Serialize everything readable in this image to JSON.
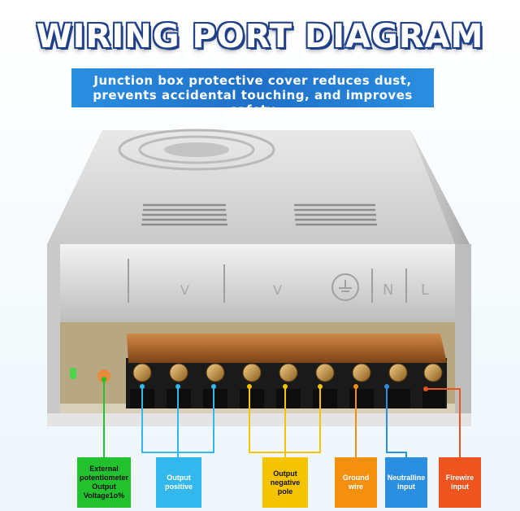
{
  "title": "WIRING PORT DIAGRAM",
  "banner": {
    "line1": "Junction box protective cover reduces dust,",
    "line2": "prevents accidental touching, and improves safety"
  },
  "panel_markings": {
    "v1": "V",
    "v2": "V",
    "n": "N",
    "l": "L"
  },
  "labels": {
    "potentiometer": {
      "text": "External potentiometer Output Voltage1o%",
      "color": "#22c22e",
      "text_color": "#111111"
    },
    "positive": {
      "text": "Output positive",
      "color": "#33b8ee",
      "text_color": "#ffffff"
    },
    "negative": {
      "text": "Output negative pole",
      "color": "#f5c400",
      "text_color": "#111111"
    },
    "ground": {
      "text": "Ground wire",
      "color": "#f5900f",
      "text_color": "#ffffff"
    },
    "neutral": {
      "text": "Neutralline input",
      "color": "#2a8fe0",
      "text_color": "#ffffff"
    },
    "live": {
      "text": "Firewire input",
      "color": "#f0541e",
      "text_color": "#ffffff"
    }
  },
  "colors": {
    "title_outline": "#1f3f86",
    "banner": "#1e6fc8",
    "metal": "#d6d6d6",
    "terminal_base": "#1a1a1a",
    "terminal_cover": "#b0703a"
  }
}
